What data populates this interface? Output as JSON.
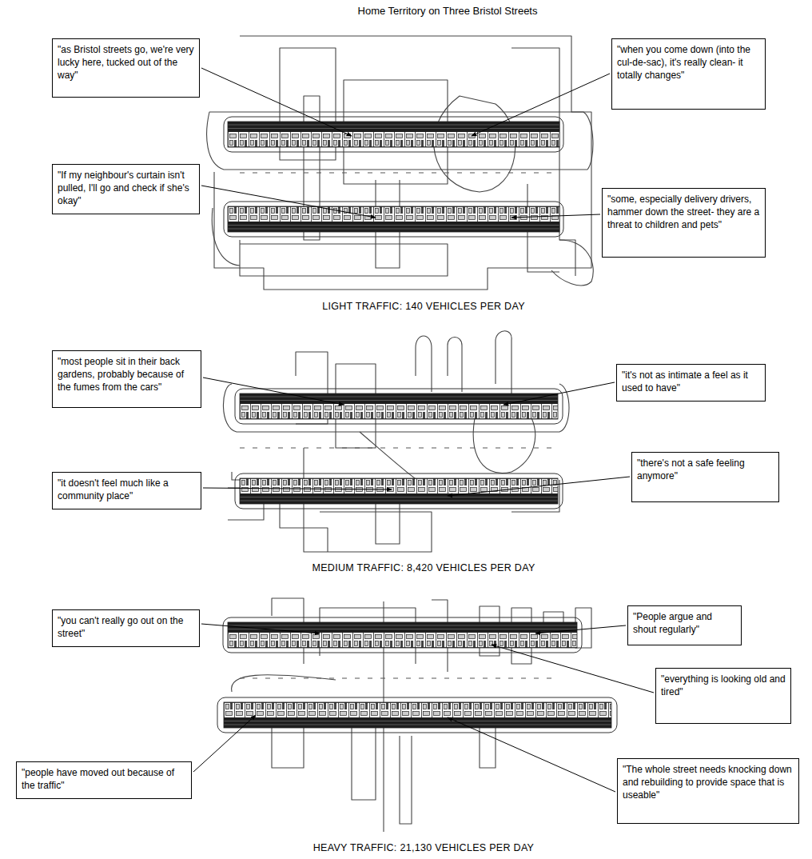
{
  "diagram": {
    "title": "Home Territory on Three Bristol Streets",
    "nodes": [
      {
        "text": [
          "\"as Bristol streets go, we're very lucky here, tucked out of the way\""
        ]
      },
      {
        "text": [
          "\"when you come down (into the cul-de-sac), it's really clean- it totally changes\""
        ]
      },
      {
        "text": [
          "\"If my neighbour's curtain isn't pulled, I'll go and check if she's okay\""
        ]
      },
      {
        "text": [
          "\"some, especially delivery drivers, hammer down the street- they are a threat to children and pets\""
        ]
      },
      {
        "text": [
          "\"most people sit in their back gardens, probably because of the fumes from the cars\""
        ]
      },
      {
        "text": [
          "\"it's not as intimate a feel as it used to have\""
        ]
      },
      {
        "text": [
          "\"it doesn't feel much like a community place\""
        ]
      },
      {
        "text": [
          "\"there's not a safe feeling anymore\""
        ]
      },
      {
        "text": [
          "\"you can't really go out on the street\""
        ]
      },
      {
        "text": [
          "\"People argue and shout regularly\""
        ]
      },
      {
        "text": [
          "\"everything is looking old and tired\""
        ]
      },
      {
        "text": [
          "\"people have moved out because of the traffic\""
        ]
      },
      {
        "text": [
          "\"The whole street needs knocking down and rebuilding to provide space that is useable\""
        ]
      }
    ],
    "labels": [
      "LIGHT TRAFFIC: 140 VEHICLES PER DAY",
      "MEDIUM TRAFFIC: 8,420 VEHICLES PER DAY",
      "HEAVY TRAFFIC: 21,130 VEHICLES PER DAY"
    ]
  }
}
